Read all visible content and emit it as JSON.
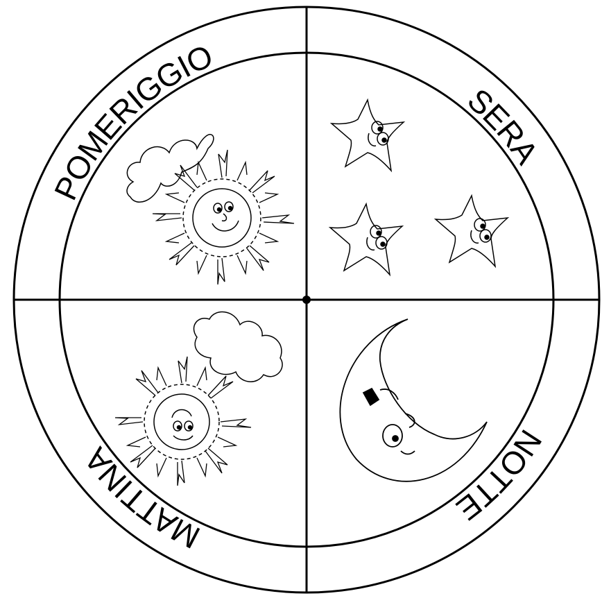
{
  "quadrants": {
    "pomeriggio": {
      "label": "POMERIGGIO",
      "illustrations": [
        "cloud-icon",
        "sun-icon"
      ]
    },
    "sera": {
      "label": "SERA",
      "illustrations": [
        "star-icon",
        "star-icon",
        "star-icon"
      ]
    },
    "notte": {
      "label": "NOTTE",
      "illustrations": [
        "moon-icon"
      ]
    },
    "mattina": {
      "label": "MATTINA",
      "illustrations": [
        "cloud-icon",
        "sun-icon"
      ]
    }
  },
  "colors": {
    "ink": "#000000",
    "paper": "#ffffff"
  }
}
